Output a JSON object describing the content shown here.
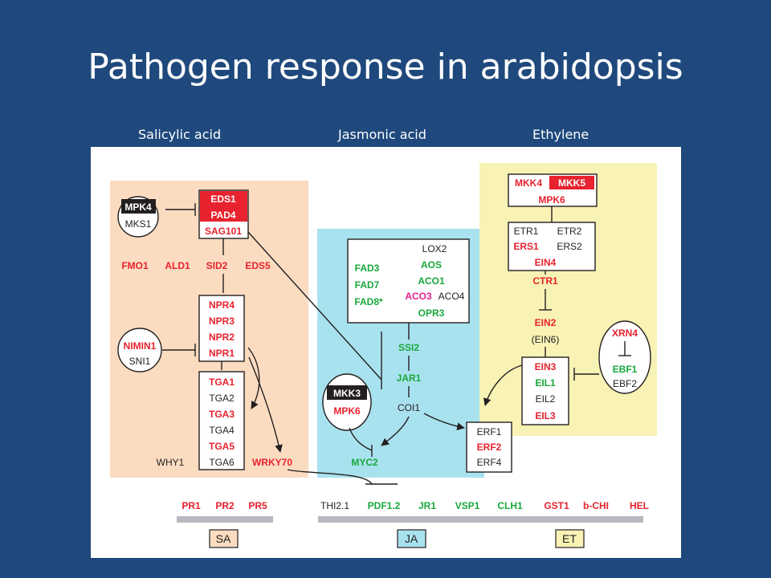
{
  "slide": {
    "title": "Pathogen response in arabidopsis",
    "columns": [
      "Salicylic acid",
      "Jasmonic acid",
      "Ethylene"
    ]
  },
  "colors": {
    "background": "#1f497d",
    "sa_panel": "#fbdcc1",
    "ja_panel": "#a9e2ef",
    "et_panel": "#f8f2b5",
    "red": "#e8222e",
    "green": "#19a83c",
    "magenta": "#e0218a"
  },
  "sa": {
    "mpk4": "MPK4",
    "mks1": "MKS1",
    "eds1": "EDS1",
    "pad4": "PAD4",
    "sag101": "SAG101",
    "genes": [
      "FMO1",
      "ALD1",
      "SID2",
      "EDS5"
    ],
    "npr": [
      "NPR4",
      "NPR3",
      "NPR2",
      "NPR1"
    ],
    "nimin1": "NIMIN1",
    "sni1": "SNI1",
    "tga": [
      "TGA1",
      "TGA2",
      "TGA3",
      "TGA4",
      "TGA5",
      "TGA6"
    ],
    "why1": "WHY1",
    "wrky70": "WRKY70"
  },
  "ja": {
    "lox2": "LOX2",
    "aos": "AOS",
    "aco1": "ACO1",
    "aco3": "ACO3",
    "aco4": "ACO4",
    "opr3": "OPR3",
    "fad3": "FAD3",
    "fad7": "FAD7",
    "fad8": "FAD8*",
    "ssi2": "SSI2",
    "jar1": "JAR1",
    "coi1": "COI1",
    "mkk3": "MKK3",
    "mpk6": "MPK6",
    "myc2": "MYC2"
  },
  "et": {
    "mkk4": "MKK4",
    "mkk5": "MKK5",
    "mpk6": "MPK6",
    "etr1": "ETR1",
    "etr2": "ETR2",
    "ers1": "ERS1",
    "ers2": "ERS2",
    "ein4": "EIN4",
    "ctr1": "CTR1",
    "ein2": "EIN2",
    "ein6": "(EIN6)",
    "ein3": "EIN3",
    "eil1": "EIL1",
    "eil2": "EIL2",
    "eil3": "EIL3",
    "xrn4": "XRN4",
    "ebf1": "EBF1",
    "ebf2": "EBF2"
  },
  "erf": [
    "ERF1",
    "ERF2",
    "ERF4"
  ],
  "outputs": {
    "sa_genes": [
      "PR1",
      "PR2",
      "PR5"
    ],
    "thi": "THI2.1",
    "ja_genes": [
      "PDF1.2",
      "JR1",
      "VSP1",
      "CLH1",
      "GST1",
      "b-CHI",
      "HEL"
    ],
    "labels": [
      "SA",
      "JA",
      "ET"
    ]
  }
}
